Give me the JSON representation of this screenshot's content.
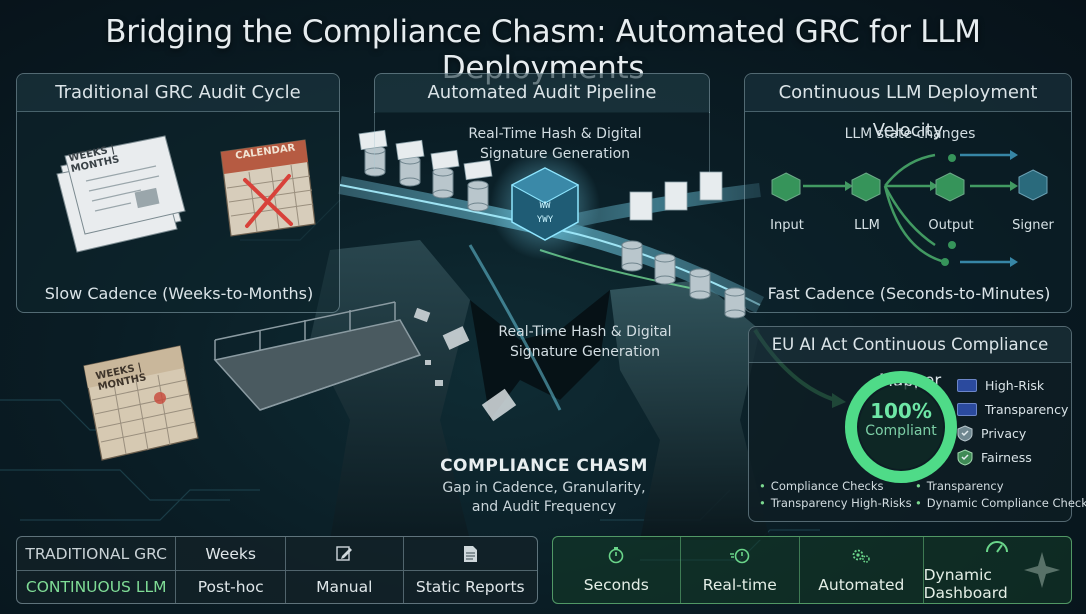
{
  "title": "Bridging the Compliance Chasm: Automated GRC for LLM Deployments",
  "left_panel": {
    "header": "Traditional GRC Audit Cycle",
    "doc_label": "WEEKS | MONTHS",
    "calendar_label": "CALENDAR",
    "caption": "Slow Cadence (Weeks-to-Months)"
  },
  "center_panel": {
    "header": "Automated Audit Pipeline",
    "caption_top_line1": "Real-Time Hash & Digital",
    "caption_top_line2": "Signature Generation",
    "caption_mid_line1": "Real-Time Hash & Digital",
    "caption_mid_line2": "Signature Generation"
  },
  "right_panel": {
    "header": "Continuous LLM Deployment Velocity",
    "state_caption": "LLM state changes",
    "nodes": [
      "Input",
      "LLM",
      "Output",
      "Signer"
    ],
    "caption": "Fast Cadence (Seconds-to-Minutes)"
  },
  "calendar_bottom_label": "WEEKS | MONTHS",
  "chasm": {
    "title": "COMPLIANCE CHASM",
    "sub_line1": "Gap in Cadence, Granularity,",
    "sub_line2": "and Audit Frequency"
  },
  "mapper": {
    "header": "EU AI Act Continuous Compliance Mapper",
    "gauge_value": "100%",
    "gauge_label": "Compliant",
    "gauge_fraction": 1.0,
    "legend": [
      {
        "label": "High-Risk",
        "icon": "eu-flag-icon"
      },
      {
        "label": "Transparency",
        "icon": "eu-flag-icon"
      },
      {
        "label": "Privacy",
        "icon": "shield-icon"
      },
      {
        "label": "Fairness",
        "icon": "shield-icon"
      }
    ],
    "bullets_left": [
      "Compliance Checks",
      "Transparency High-Risks"
    ],
    "bullets_right": [
      "Transparency",
      "Dynamic Compliance Check"
    ]
  },
  "table_left": {
    "row1": [
      "TRADITIONAL GRC",
      "Weeks",
      "",
      ""
    ],
    "row2": [
      "CONTINUOUS LLM",
      "Post-hoc",
      "Manual",
      "Static Reports"
    ],
    "icons": [
      "edit-icon",
      "document-icon"
    ]
  },
  "table_right": {
    "labels": [
      "Seconds",
      "Real-time",
      "Automated",
      "Dynamic Dashboard"
    ],
    "icons": [
      "stopwatch-icon",
      "fast-timer-icon",
      "gears-icon",
      "gauge-icon"
    ]
  },
  "colors": {
    "accent_green": "#57d67a",
    "accent_cyan": "#5ec8e6",
    "panel_border": "#a9c8d2",
    "calendar_red": "#c8473a"
  }
}
